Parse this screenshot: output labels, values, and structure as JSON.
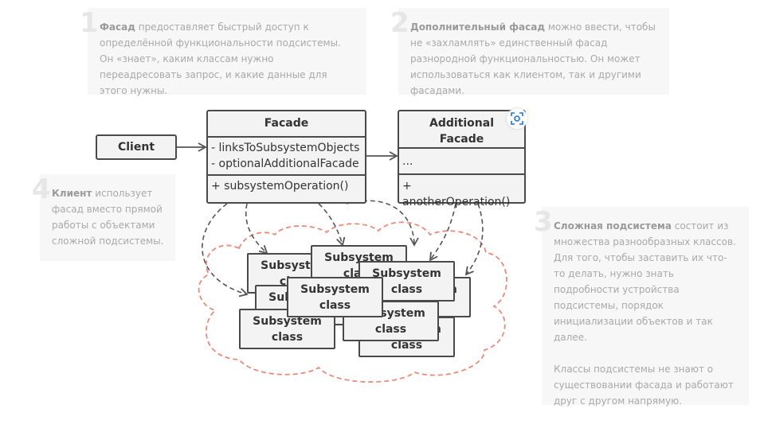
{
  "notes": [
    {
      "num": "1",
      "bold": "Фасад",
      "text": " предоставляет быстрый доступ к определённой функциональности подсистемы. Он «знает», каким классам нужно переадресовать запрос, и какие данные для этого нужны."
    },
    {
      "num": "2",
      "bold": "Дополнительный фасад",
      "text": " можно ввести, чтобы не «захламлять» единственный фасад разнородной функциональностью. Он может использоваться как клиентом, так и другими фасадами."
    },
    {
      "num": "3",
      "bold": "Сложная подсистема",
      "text": " состоит из множества разнообразных классов. Для того, чтобы заставить их что-то делать, нужно знать подробности устройства подсистемы, порядок инициализации объектов и так далее.",
      "text2": "Классы подсистемы не знают о существовании фасада и работают друг с другом напрямую."
    },
    {
      "num": "4",
      "bold": "Клиент",
      "text": " использует фасад вместо прямой работы с объектами сложной подсистемы."
    }
  ],
  "client": {
    "title": "Client"
  },
  "facade": {
    "title": "Facade",
    "fields": [
      "- linksToSubsystemObjects",
      "- optionalAdditionalFacade"
    ],
    "methods": [
      "+ subsystemOperation()"
    ]
  },
  "additional_facade": {
    "title_line1": "Additional",
    "title_line2": "Facade",
    "fields": [
      "..."
    ],
    "methods": [
      "+ anotherOperation()"
    ]
  },
  "subsystem_label_line1": "Subsystem",
  "subsystem_label_line2": "class",
  "colors": {
    "cloud": "#e98a7a",
    "arrow": "#555555",
    "box_border": "#4a4a4a",
    "box_fill": "#f3f3f3",
    "note_bg": "#f7f7f7"
  },
  "icons": [
    "screenshot-icon"
  ]
}
